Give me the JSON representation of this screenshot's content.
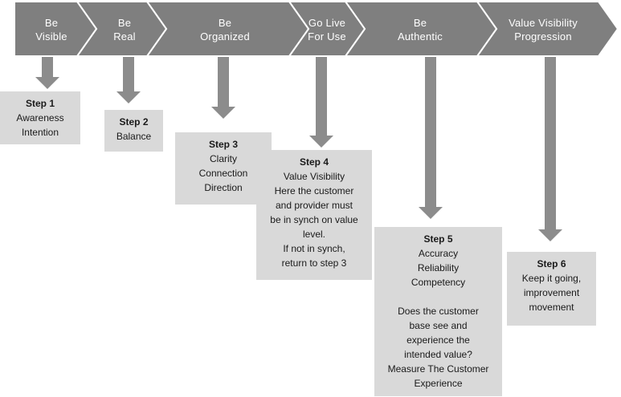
{
  "colors": {
    "chevron": "#7f7f7f",
    "arrow": "#8c8c8c",
    "box": "#d9d9d9",
    "text_dark": "#1a1a1a",
    "text_light": "#ffffff"
  },
  "phases": [
    {
      "lines": [
        "Be",
        "Visible"
      ]
    },
    {
      "lines": [
        "Be",
        "Real"
      ]
    },
    {
      "lines": [
        "Be",
        "Organized"
      ]
    },
    {
      "lines": [
        "Go Live",
        "For Use"
      ]
    },
    {
      "lines": [
        "Be",
        "Authentic"
      ]
    },
    {
      "lines": [
        "Value Visibility",
        "Progression"
      ]
    }
  ],
  "steps": [
    {
      "title": "Step 1",
      "lines": [
        "Awareness",
        "Intention"
      ]
    },
    {
      "title": "Step 2",
      "lines": [
        "Balance"
      ]
    },
    {
      "title": "Step 3",
      "lines": [
        "Clarity",
        "Connection",
        "Direction"
      ]
    },
    {
      "title": "Step 4",
      "lines": [
        "Value Visibility",
        "Here the customer",
        "and provider must",
        "be in synch on value",
        "level.",
        "If not in synch,",
        "return to step 3"
      ]
    },
    {
      "title": "Step 5",
      "lines": [
        "Accuracy",
        "Reliability",
        "Competency",
        "",
        "Does the customer",
        "base see and",
        "experience the",
        "intended value?",
        "Measure The Customer",
        "Experience"
      ]
    },
    {
      "title": "Step 6",
      "lines": [
        "Keep it going,",
        "improvement",
        "movement"
      ]
    }
  ]
}
